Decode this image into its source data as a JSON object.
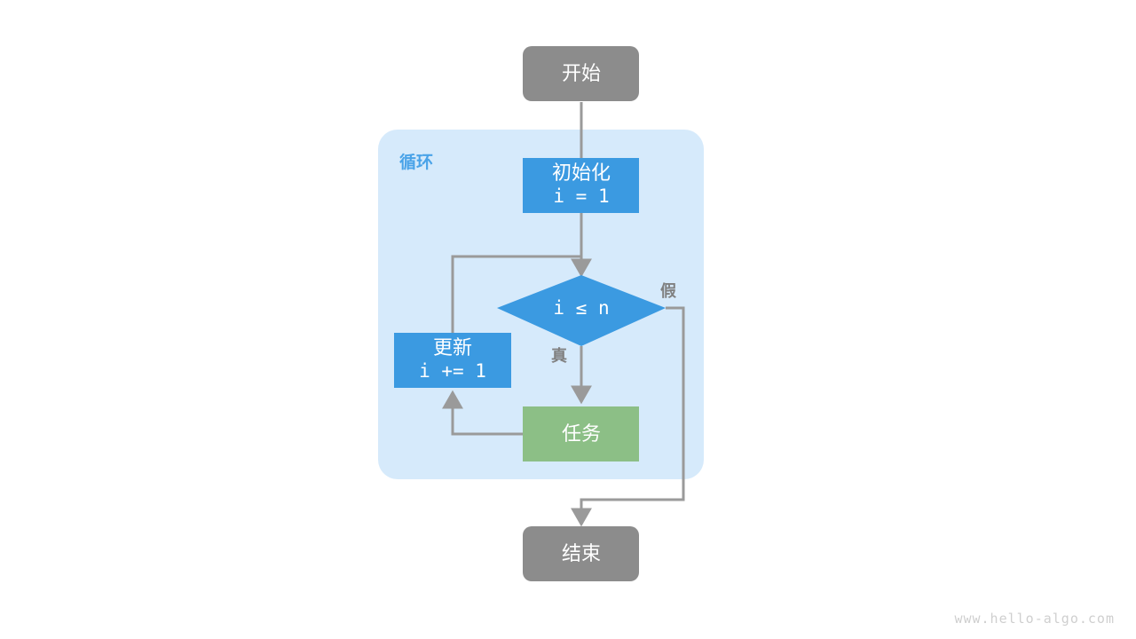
{
  "diagram": {
    "title": "for-loop-flowchart",
    "group": {
      "label": "循环",
      "fill": "#d6eafb",
      "label_color": "#4aa3e8"
    },
    "colors": {
      "terminal": "#8c8c8c",
      "process": "#3b9ae1",
      "decision": "#3b9ae1",
      "task": "#8cbf86",
      "connector": "#9a9a9a",
      "text": "#ffffff",
      "edge_label": "#808080",
      "background": "#ffffff",
      "watermark": "#cfcfcf"
    },
    "nodes": {
      "start": {
        "label": "开始",
        "shape": "rounded-rect",
        "fill": "#8c8c8c"
      },
      "init": {
        "label_line1": "初始化",
        "label_line2": "i = 1",
        "shape": "rect",
        "fill": "#3b9ae1"
      },
      "condition": {
        "label": "i ≤ n",
        "shape": "diamond",
        "fill": "#3b9ae1"
      },
      "update": {
        "label_line1": "更新",
        "label_line2": "i += 1",
        "shape": "rect",
        "fill": "#3b9ae1"
      },
      "task": {
        "label": "任务",
        "shape": "rect",
        "fill": "#8cbf86"
      },
      "end": {
        "label": "结束",
        "shape": "rounded-rect",
        "fill": "#8c8c8c"
      }
    },
    "edge_labels": {
      "true_branch": "真",
      "false_branch": "假"
    }
  },
  "watermark": {
    "text": "www.hello-algo.com"
  }
}
